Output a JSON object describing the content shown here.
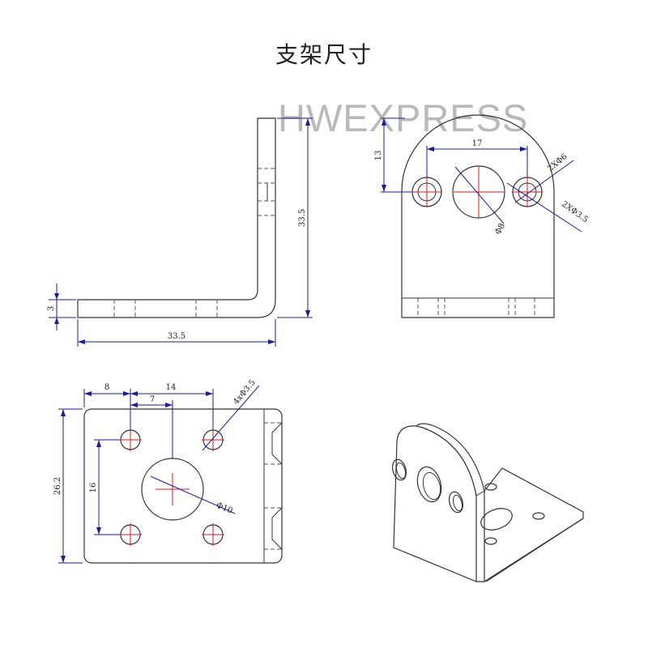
{
  "title": "支架尺寸",
  "watermark": "HWEXPRESS",
  "side_view": {
    "thickness": "3",
    "height": "33.5",
    "length": "33.5"
  },
  "front_view": {
    "hole_height": "13",
    "hole_spacing": "17",
    "small_hole": "2XΦ6",
    "small_thread": "2XΦ3.5",
    "center_hole": "Φ8"
  },
  "top_view": {
    "edge_offset": "8",
    "hole_spacing_x": "14",
    "center_offset": "7",
    "mount_holes": "4xΦ3.5",
    "overall_width": "26.2",
    "hole_spacing_y": "16",
    "center_hole": "Φ10"
  }
}
